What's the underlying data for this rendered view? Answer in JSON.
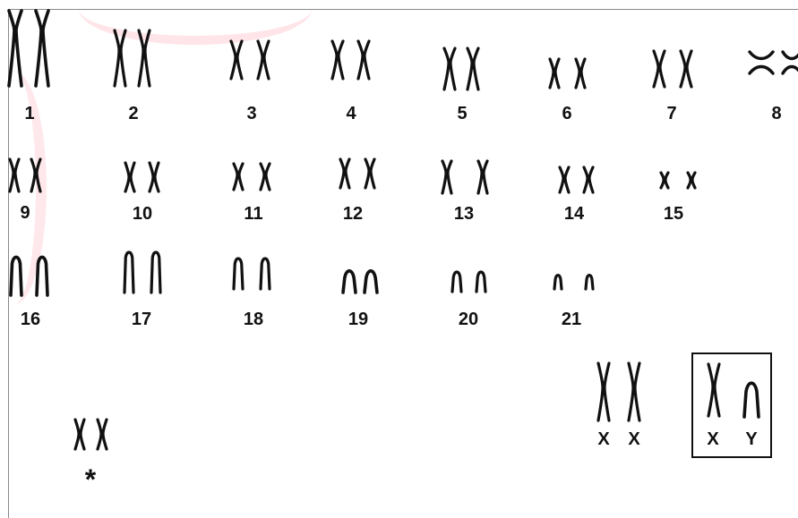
{
  "colors": {
    "chromosome": "#111111",
    "frame": "#8a8a8a",
    "watermark": "#ffd9df",
    "background": "#ffffff"
  },
  "karyotype": {
    "autosomes": [
      {
        "label": "1",
        "type": "metacentric"
      },
      {
        "label": "2",
        "type": "metacentric"
      },
      {
        "label": "3",
        "type": "metacentric"
      },
      {
        "label": "4",
        "type": "metacentric"
      },
      {
        "label": "5",
        "type": "metacentric"
      },
      {
        "label": "6",
        "type": "metacentric"
      },
      {
        "label": "7",
        "type": "metacentric"
      },
      {
        "label": "8",
        "type": "metacentric"
      },
      {
        "label": "9",
        "type": "metacentric"
      },
      {
        "label": "10",
        "type": "metacentric"
      },
      {
        "label": "11",
        "type": "metacentric"
      },
      {
        "label": "12",
        "type": "metacentric"
      },
      {
        "label": "13",
        "type": "metacentric"
      },
      {
        "label": "14",
        "type": "metacentric"
      },
      {
        "label": "15",
        "type": "metacentric"
      },
      {
        "label": "16",
        "type": "acrocentric"
      },
      {
        "label": "17",
        "type": "acrocentric"
      },
      {
        "label": "18",
        "type": "acrocentric"
      },
      {
        "label": "19",
        "type": "acrocentric"
      },
      {
        "label": "20",
        "type": "acrocentric"
      },
      {
        "label": "21",
        "type": "acrocentric"
      }
    ],
    "extra": {
      "label": "*",
      "type": "metacentric"
    },
    "sex_pair_female": [
      {
        "label": "X"
      },
      {
        "label": "X"
      }
    ],
    "sex_pair_male_boxed": [
      {
        "label": "X"
      },
      {
        "label": "Y"
      }
    ]
  }
}
